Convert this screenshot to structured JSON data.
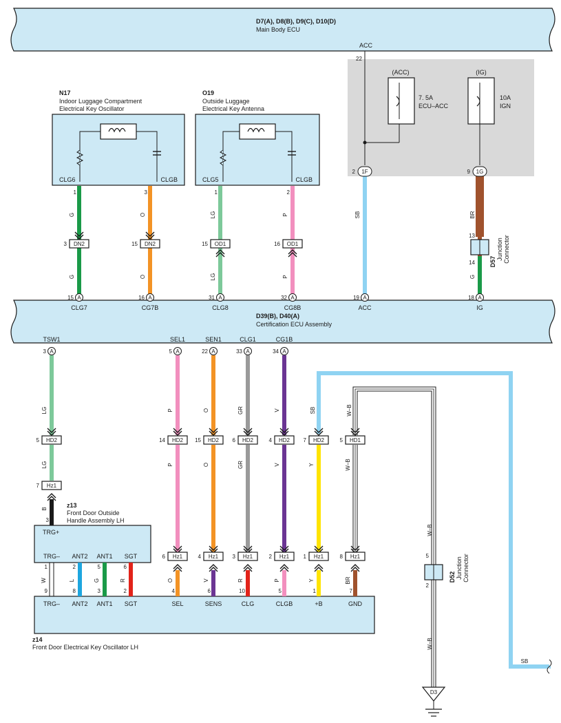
{
  "colors": {
    "G": "#1a9a48",
    "O": "#f39325",
    "LG": "#7dc99a",
    "P": "#f28fbe",
    "SB": "#8fd3f2",
    "BR": "#a0522d",
    "GR": "#9a9a9a",
    "V": "#6b3593",
    "Y": "#ffe400",
    "B": "#1a1a1a",
    "L": "#1ea6df",
    "R": "#e2231a",
    "W": "#ffffff",
    "W-B": "#ffffff",
    "ecu_fill": "#cde9f5",
    "relay_area": "#d9d9d9"
  },
  "main_ecu": {
    "codes": "D7(A), D8(B), D9(C), D10(D)",
    "name": "Main Body ECU",
    "terminal": "ACC",
    "pin": "22"
  },
  "acc_fuse": {
    "circuit": "(ACC)",
    "amp": "7. 5A",
    "name": "ECU–ACC"
  },
  "ig_fuse": {
    "circuit": "(IG)",
    "amp": "10A",
    "name": "IGN"
  },
  "n17": {
    "code": "N17",
    "line1": "Indoor Luggage Compartment",
    "line2": "Electrical Key Oscillator",
    "term_left": "CLG6",
    "term_right": "CLGB"
  },
  "o19": {
    "code": "O19",
    "line1": "Outside Luggage",
    "line2": "Electrical Key Antenna",
    "term_left": "CLG5",
    "term_right": "CLGB"
  },
  "d57": {
    "code": "D57",
    "line1": "Junction",
    "line2": "Connector"
  },
  "d52": {
    "code": "D52",
    "line1": "Junction",
    "line2": "Connector"
  },
  "cert_ecu": {
    "codes": "D39(B), D40(A)",
    "name": "Certification ECU Assembly",
    "upper_terminals": [
      {
        "pin": "15",
        "conn": "A",
        "label": "CLG7"
      },
      {
        "pin": "16",
        "conn": "A",
        "label": "CG7B"
      },
      {
        "pin": "31",
        "conn": "A",
        "label": "CLG8"
      },
      {
        "pin": "32",
        "conn": "A",
        "label": "CG8B"
      },
      {
        "pin": "19",
        "conn": "A",
        "label": "ACC"
      },
      {
        "pin": "18",
        "conn": "A",
        "label": "IG"
      }
    ],
    "lower_terminals": [
      {
        "pin": "3",
        "conn": "A",
        "label": "TSW1"
      },
      {
        "pin": "5",
        "conn": "A",
        "label": "SEL1"
      },
      {
        "pin": "22",
        "conn": "A",
        "label": "SEN1"
      },
      {
        "pin": "33",
        "conn": "A",
        "label": "CLG1"
      },
      {
        "pin": "34",
        "conn": "A",
        "label": "CG1B"
      }
    ]
  },
  "top_wires": [
    {
      "pin_top": "1",
      "color": "G",
      "conn_pin": "3",
      "conn": "DN2",
      "color2": "G"
    },
    {
      "pin_top": "3",
      "color": "O",
      "conn_pin": "15",
      "conn": "DN2",
      "color2": "O"
    },
    {
      "pin_top": "1",
      "color": "LG",
      "conn_pin": "15",
      "conn": "OD1",
      "color2": "LG"
    },
    {
      "pin_top": "2",
      "color": "P",
      "conn_pin": "16",
      "conn": "OD1",
      "color2": "P"
    },
    {
      "pin_top": "2",
      "conn_top": "1F",
      "color": "SB"
    },
    {
      "pin_top": "9",
      "conn_top": "1G",
      "color": "BR",
      "jpin_top": "13",
      "jpin_bottom": "14",
      "color2": "G"
    }
  ],
  "hd_wires": [
    {
      "color": "LG",
      "hd_pin": "5",
      "hd": "HD2",
      "color2": "LG"
    },
    {
      "color": "P",
      "hd_pin": "14",
      "hd": "HD2",
      "color2": "P",
      "hz_pin": "6",
      "hz": "Hz1",
      "color3": "O",
      "end_pin": "4",
      "end_label": "SEL"
    },
    {
      "color": "O",
      "hd_pin": "15",
      "hd": "HD2",
      "color2": "O",
      "hz_pin": "4",
      "hz": "Hz1",
      "color3": "V",
      "end_pin": "6",
      "end_label": "SENS"
    },
    {
      "color": "GR",
      "hd_pin": "6",
      "hd": "HD2",
      "color2": "GR",
      "hz_pin": "3",
      "hz": "Hz1",
      "color3": "R",
      "end_pin": "10",
      "end_label": "CLG"
    },
    {
      "color": "V",
      "hd_pin": "4",
      "hd": "HD2",
      "color2": "V",
      "hz_pin": "2",
      "hz": "Hz1",
      "color3": "P",
      "end_pin": "5",
      "end_label": "CLGB"
    },
    {
      "color": "SB",
      "hd_pin": "7",
      "hd": "HD2",
      "color2": "Y",
      "hz_pin": "1",
      "hz": "Hz1",
      "color3": "Y",
      "end_pin": "1",
      "end_label": "+B"
    },
    {
      "color": "W–B",
      "hd_pin": "5",
      "hd": "HD1",
      "color2": "W–B",
      "hz_pin": "8",
      "hz": "Hz1",
      "color3": "BR",
      "end_pin": "7",
      "end_label": "GND"
    }
  ],
  "hz_tsw": {
    "pin": "7",
    "conn": "Hz1",
    "color": "B",
    "pin_z13": "3"
  },
  "z13": {
    "code": "z13",
    "line1": "Front Door Outside",
    "line2": "Handle Assembly LH",
    "top_terminal": "TRG+",
    "terminals": [
      {
        "label": "TRG–",
        "pin_top": "1",
        "color": "W",
        "pin_bottom": "9"
      },
      {
        "label": "ANT2",
        "pin_top": "2",
        "color": "L",
        "pin_bottom": "8"
      },
      {
        "label": "ANT1",
        "pin_top": "5",
        "color": "G",
        "pin_bottom": "3"
      },
      {
        "label": "SGT",
        "pin_top": "6",
        "color": "R",
        "pin_bottom": "2"
      }
    ]
  },
  "z14": {
    "code": "z14",
    "name": "Front Door Electrical Key Oscillator LH",
    "terminals": [
      "TRG–",
      "ANT2",
      "ANT1",
      "SGT",
      "SEL",
      "SENS",
      "CLG",
      "CLGB",
      "+B",
      "GND"
    ]
  },
  "d52_wire": {
    "color_top": "W–B",
    "pin_top": "5",
    "pin_bottom": "2",
    "color_bottom": "W–B"
  },
  "ground": {
    "code": "D3"
  },
  "sb_exit": {
    "color": "SB"
  }
}
